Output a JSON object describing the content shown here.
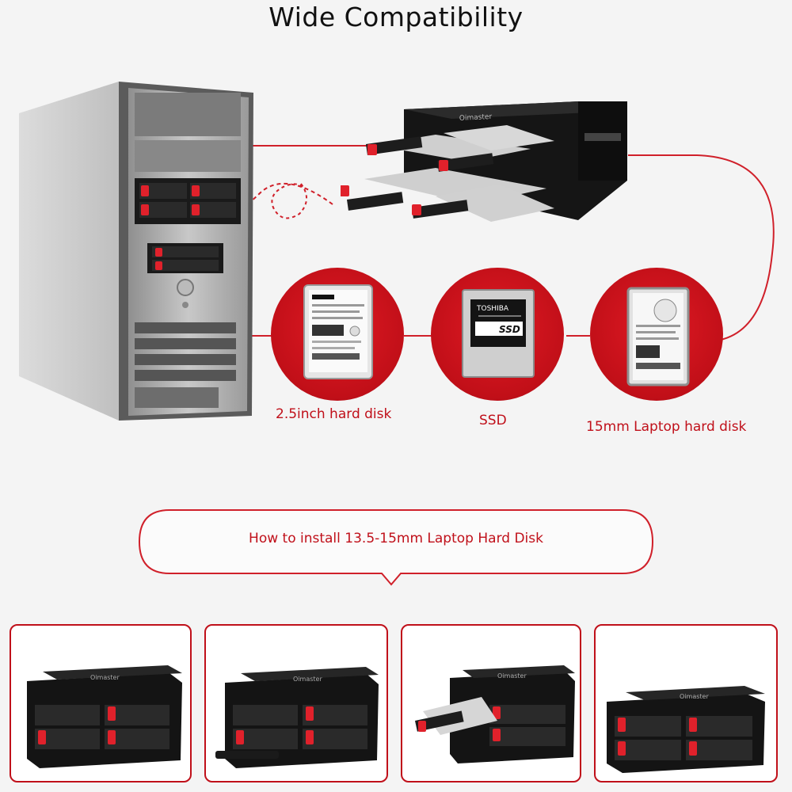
{
  "title": "Wide Compatibility",
  "labels": {
    "hdd25": "2.5inch hard disk",
    "ssd": "SSD",
    "laptop15": "15mm Laptop hard disk"
  },
  "brand": "Oimaster",
  "ssd_brand": "TOSHIBA",
  "ssd_text": "SSD",
  "callout": "How to install 13.5-15mm Laptop Hard Disk",
  "colors": {
    "accent": "#c0101a",
    "enclosure": "#1c1c1c",
    "tray_button": "#e0212b"
  }
}
